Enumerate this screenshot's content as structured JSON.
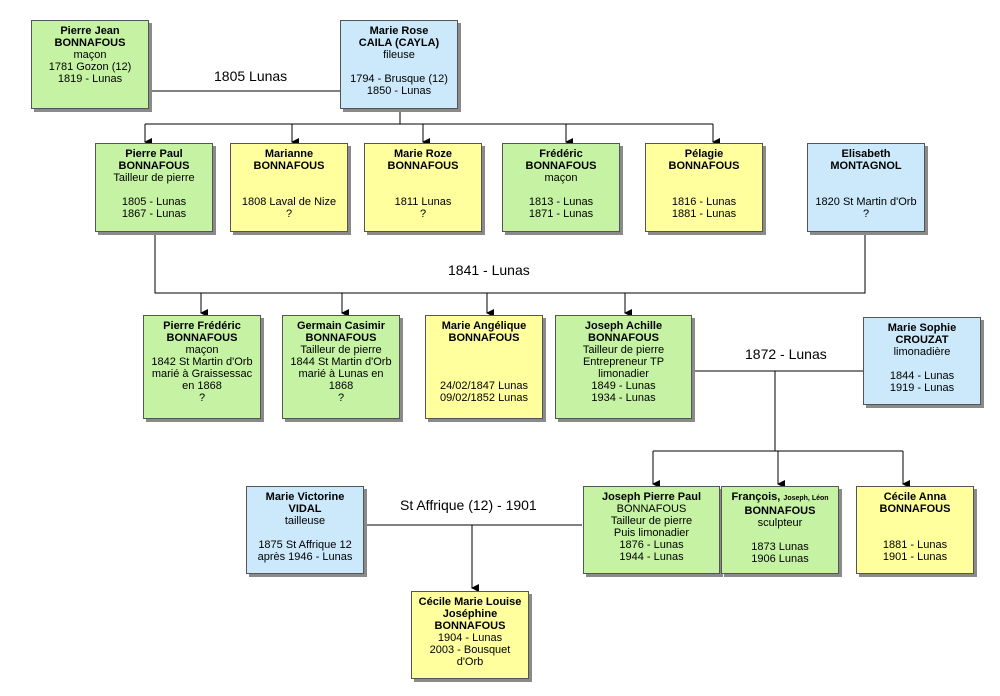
{
  "colors": {
    "green": "#c6f3a3",
    "blue": "#cbe9fb",
    "yellow": "#ffff9e",
    "line": "#000000"
  },
  "people": {
    "pierre_jean": [
      "Pierre Jean",
      "BONNAFOUS",
      "maçon",
      "1781 Gozon (12)",
      "1819 - Lunas"
    ],
    "marie_rose": [
      "Marie Rose",
      "CAILA (CAYLA)",
      "fileuse",
      "",
      "1794 - Brusque (12)",
      "1850 - Lunas"
    ],
    "pierre_paul": [
      "Pierre Paul",
      "BONNAFOUS",
      "Tailleur de pierre",
      "",
      "1805 - Lunas",
      "1867 - Lunas"
    ],
    "marianne": [
      "Marianne",
      "BONNAFOUS",
      "",
      "1808 Laval de Nize",
      "?"
    ],
    "marie_roze": [
      "Marie Roze",
      "BONNAFOUS",
      "",
      "1811 Lunas",
      "?"
    ],
    "frederic": [
      "Frédéric",
      "BONNAFOUS",
      "maçon",
      "",
      "1813 - Lunas",
      "1871 - Lunas"
    ],
    "pelagie": [
      "Pélagie",
      "BONNAFOUS",
      "",
      "",
      "1816 - Lunas",
      "1881 - Lunas"
    ],
    "elisabeth": [
      "Elisabeth",
      "MONTAGNOL",
      "",
      "",
      "1820 St Martin d'Orb",
      "?"
    ],
    "pierre_frederic": [
      "Pierre Frédéric",
      "BONNAFOUS",
      "maçon",
      "1842 St Martin d'Orb",
      "marié à Graissessac",
      "en 1868",
      "?"
    ],
    "germain": [
      "Germain Casimir",
      "BONNAFOUS",
      "Tailleur de pierre",
      "1844 St Martin d'Orb",
      "marié à Lunas en",
      "1868",
      "?"
    ],
    "marie_angelique": [
      "Marie Angélique",
      "BONNAFOUS",
      "",
      "",
      "24/02/1847 Lunas",
      "09/02/1852 Lunas"
    ],
    "joseph_achille": [
      "Joseph Achille",
      "BONNAFOUS",
      "Tailleur de pierre",
      "Entrepreneur TP",
      "limonadier",
      "1849 - Lunas",
      "1934 - Lunas"
    ],
    "marie_sophie": [
      "Marie Sophie",
      "CROUZAT",
      "limonadière",
      "",
      "1844 - Lunas",
      "1919 - Lunas"
    ],
    "marie_victorine": [
      "Marie Victorine",
      "VIDAL",
      "tailleuse",
      "",
      "1875 St Affrique 12",
      "après 1946 - Lunas"
    ],
    "joseph_pierre_paul": [
      "Joseph Pierre Paul",
      "BONNAFOUS",
      "Tailleur de pierre",
      "Puis limonadier",
      "1876 - Lunas",
      "1944 - Lunas"
    ],
    "francois": [
      "François,",
      "Joseph, Léon",
      "BONNAFOUS",
      "sculpteur",
      "",
      "1873 Lunas",
      "1906 Lunas"
    ],
    "cecile_anna": [
      "Cécile Anna",
      "BONNAFOUS",
      "",
      "",
      "1881 - Lunas",
      "1901 - Lunas"
    ],
    "cecile_marie": [
      "Cécile Marie Louise",
      "Joséphine",
      "BONNAFOUS",
      "1904 - Lunas",
      "2003 - Bousquet",
      "d'Orb"
    ]
  },
  "marriages": {
    "m1": "1805 Lunas",
    "m2": "1841 - Lunas",
    "m3": "1872 - Lunas",
    "m4": "St Affrique (12) -  1901"
  }
}
